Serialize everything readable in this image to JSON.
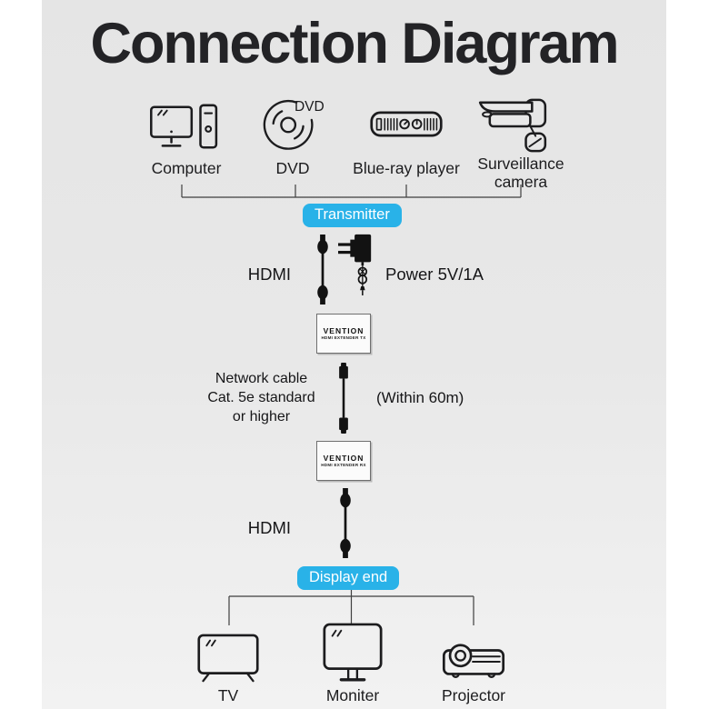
{
  "title": "Connection Diagram",
  "colors": {
    "accent": "#29b2e8",
    "ink": "#1c1c1e"
  },
  "sources": {
    "items": [
      {
        "icon": "computer-icon",
        "label": "Computer"
      },
      {
        "icon": "dvd-icon",
        "label": "DVD"
      },
      {
        "icon": "bluray-player-icon",
        "label": "Blue-ray player"
      },
      {
        "icon": "surveillance-camera-icon",
        "label": "Surveillance camera"
      }
    ]
  },
  "transmitter": {
    "badge_label": "Transmitter",
    "hdmi_label": "HDMI",
    "power_label": "Power 5V/1A",
    "box": {
      "brand": "VENTION",
      "model": "HDMI EXTENDER TX"
    }
  },
  "network_link": {
    "cable_lines": [
      "Network cable",
      "Cat. 5e standard",
      "or higher"
    ],
    "distance_label": "(Within 60m)"
  },
  "receiver": {
    "hdmi_label": "HDMI",
    "box": {
      "brand": "VENTION",
      "model": "HDMI EXTENDER RX"
    }
  },
  "display_end": {
    "badge_label": "Display end",
    "items": [
      {
        "icon": "tv-icon",
        "label": "TV"
      },
      {
        "icon": "monitor-icon",
        "label": "Moniter"
      },
      {
        "icon": "projector-icon",
        "label": "Projector"
      }
    ]
  }
}
